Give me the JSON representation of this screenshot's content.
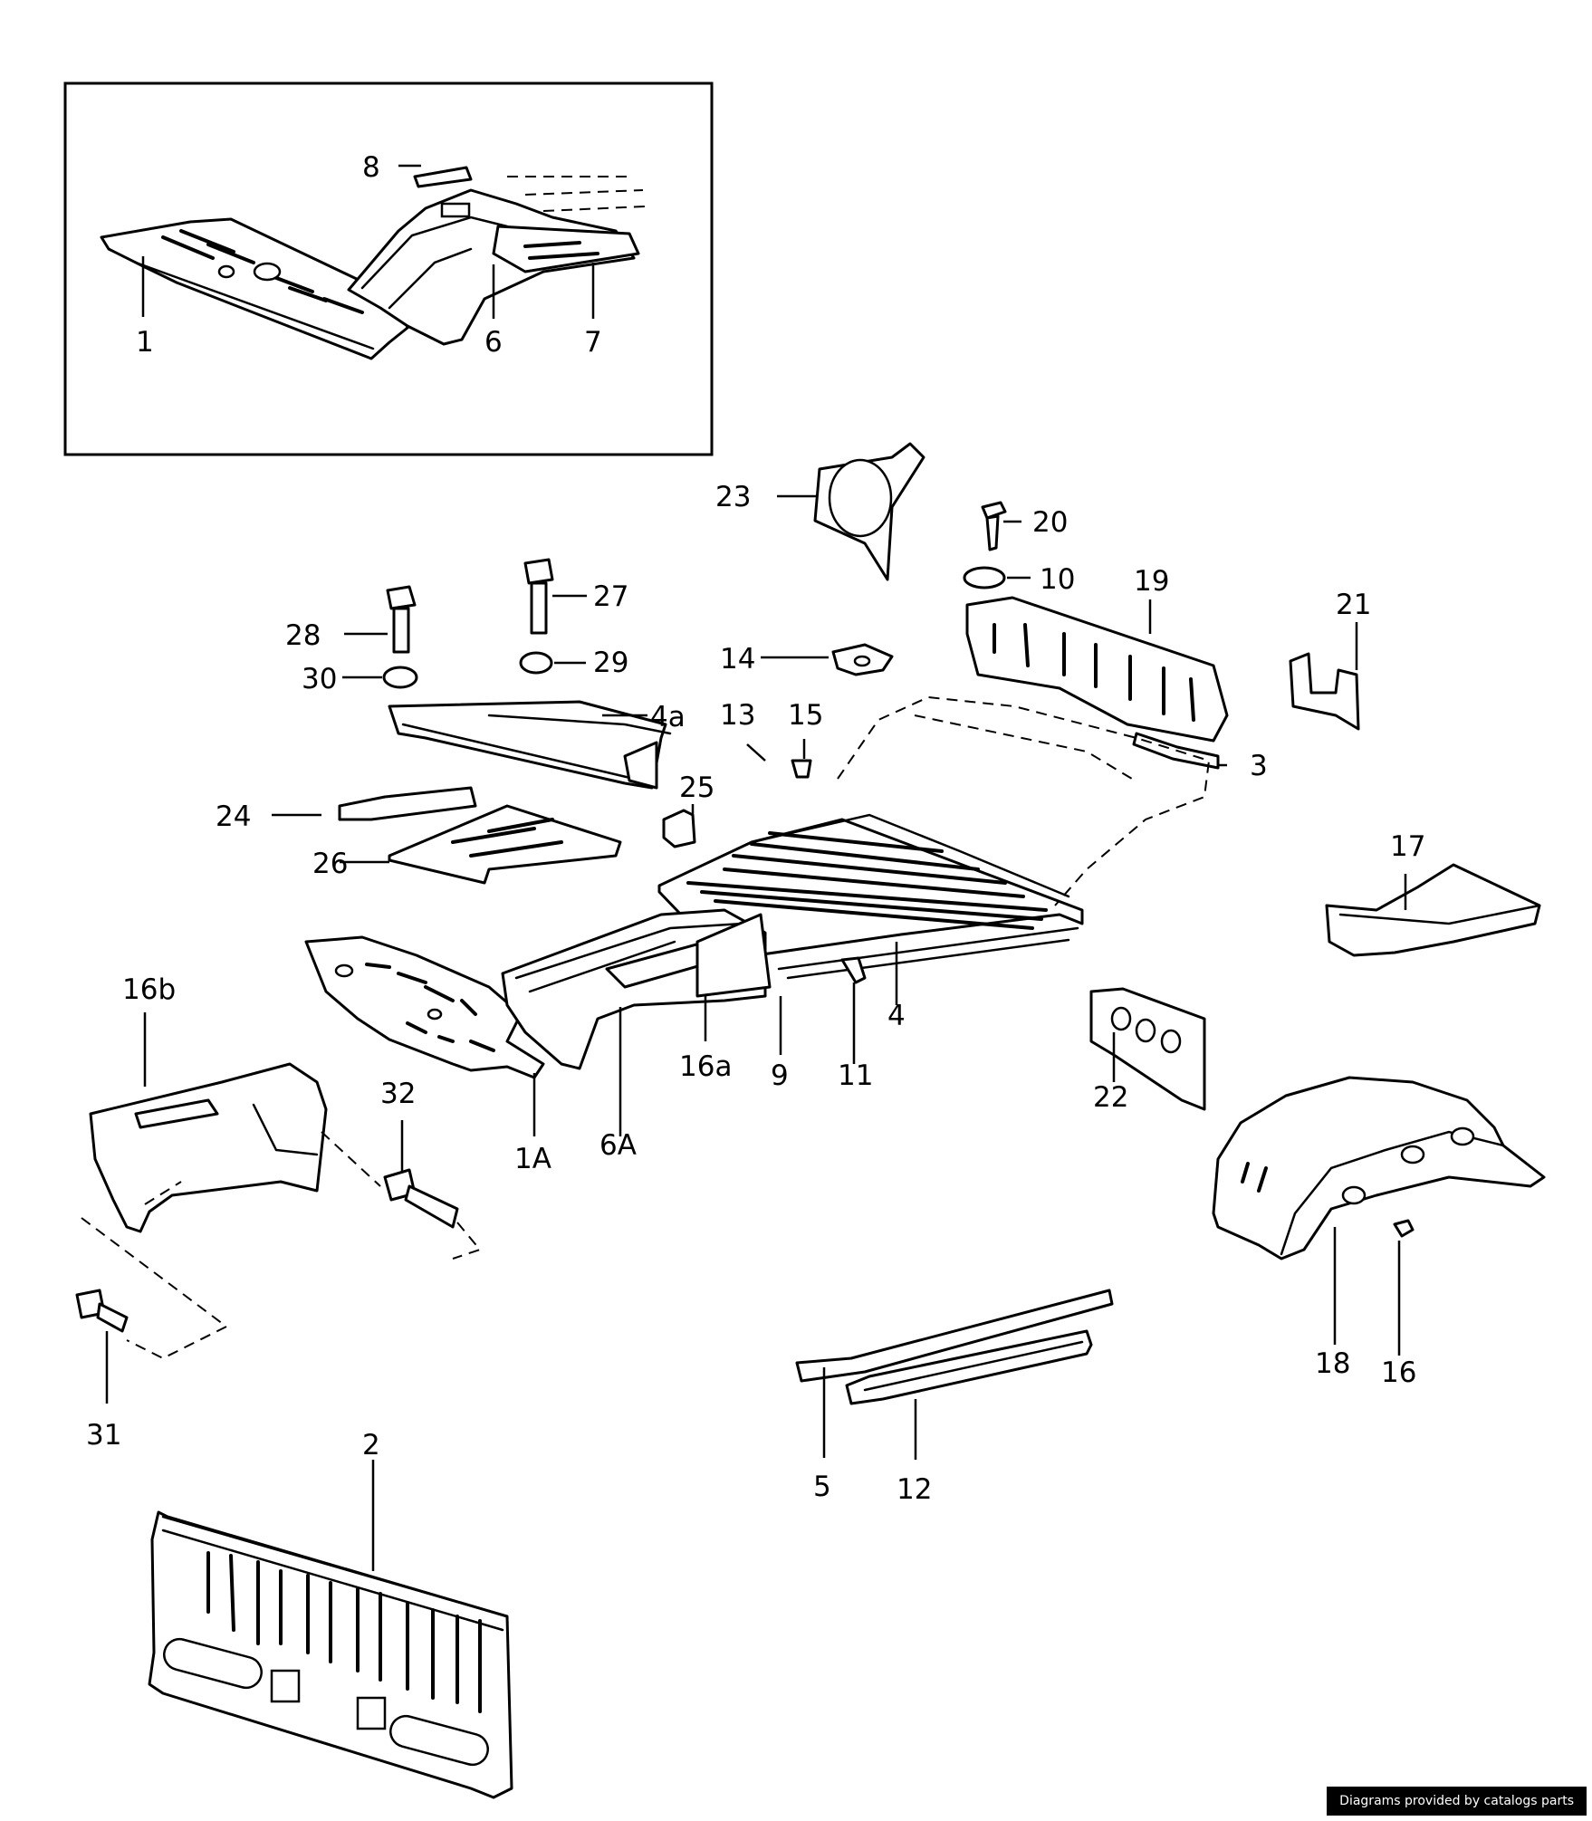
{
  "credit": "Diagrams provided by catalogs parts",
  "callouts": {
    "c1": "1",
    "c6": "6",
    "c7": "7",
    "c8": "8",
    "c23": "23",
    "c20": "20",
    "c10": "10",
    "c19": "19",
    "c21": "21",
    "c27": "27",
    "c28": "28",
    "c30": "30",
    "c29": "29",
    "c14": "14",
    "c4a": "4a",
    "c13": "13",
    "c15": "15",
    "c25": "25",
    "c3": "3",
    "c24": "24",
    "c26": "26",
    "c17": "17",
    "c16b": "16b",
    "c32": "32",
    "c1A": "1A",
    "c6A": "6A",
    "c16a": "16a",
    "c9": "9",
    "c11": "11",
    "c4": "4",
    "c22": "22",
    "c18": "18",
    "c16": "16",
    "c31": "31",
    "c5": "5",
    "c12": "12",
    "c2": "2"
  }
}
